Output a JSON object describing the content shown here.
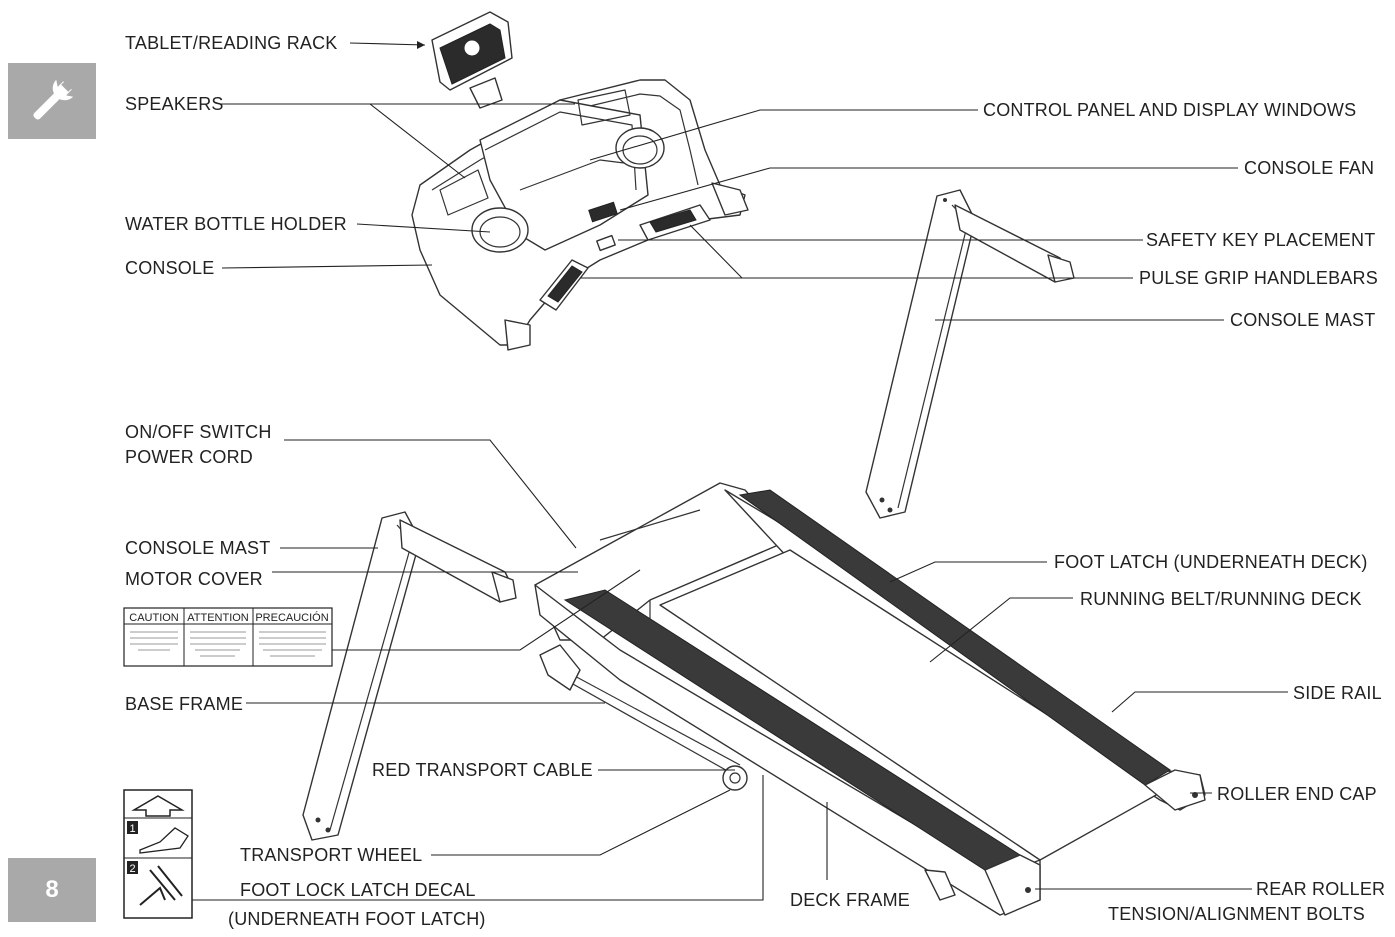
{
  "page": {
    "number": "8"
  },
  "labels": {
    "tablet_rack": "TABLET/READING RACK",
    "speakers": "SPEAKERS",
    "control_panel": "CONTROL PANEL AND DISPLAY WINDOWS",
    "console_fan": "CONSOLE FAN",
    "water_bottle": "WATER BOTTLE HOLDER",
    "safety_key": "SAFETY KEY PLACEMENT",
    "console": "CONSOLE",
    "pulse_grip": "PULSE GRIP HANDLEBARS",
    "console_mast_right": "CONSOLE MAST",
    "onoff_switch": "ON/OFF SWITCH",
    "power_cord": "POWER CORD",
    "console_mast_left": "CONSOLE MAST",
    "foot_latch": "FOOT LATCH (UNDERNEATH DECK)",
    "motor_cover": "MOTOR COVER",
    "running_belt": "RUNNING BELT/RUNNING DECK",
    "side_rail": "SIDE RAIL",
    "base_frame": "BASE FRAME",
    "red_cable": "RED TRANSPORT CABLE",
    "roller_cap": "ROLLER END CAP",
    "transport_wheel": "TRANSPORT WHEEL",
    "foot_lock_decal": "FOOT LOCK LATCH DECAL",
    "foot_lock_decal_sub": "(UNDERNEATH FOOT LATCH)",
    "deck_frame": "DECK FRAME",
    "rear_roller": "REAR ROLLER",
    "rear_roller_sub": "TENSION/ALIGNMENT BOLTS"
  },
  "caution_decal": {
    "headers": [
      "CAUTION",
      "ATTENTION",
      "PRECAUCIÓN"
    ]
  },
  "foot_decal": {
    "steps": [
      "1",
      "2"
    ]
  },
  "icons": {
    "wrench": "wrench-icon",
    "arrow": "up-arrow-icon"
  },
  "colors": {
    "tab_gray": "#a9a9a9",
    "belt": "#3a3a3a"
  }
}
